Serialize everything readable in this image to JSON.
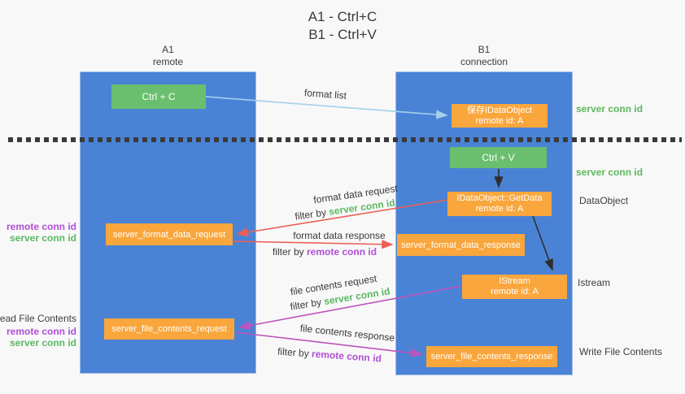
{
  "title": {
    "line1": "A1 - Ctrl+C",
    "line2": "B1 - Ctrl+V"
  },
  "columns": {
    "a1": {
      "name": "A1",
      "subtitle": "remote"
    },
    "b1": {
      "name": "B1",
      "subtitle": "connection"
    }
  },
  "nodes": {
    "ctrl_c": "Ctrl + C",
    "ctrl_v": "Ctrl + V",
    "save_dataobject": {
      "line1": "保存IDataObject",
      "line2": "remote id: A"
    },
    "getdata": {
      "line1": "IDataObject::GetData",
      "line2": "remote id: A"
    },
    "istream": {
      "line1": "IStream",
      "line2": "remote id: A"
    },
    "format_request": "server_format_data_request",
    "format_response": "server_format_data_response",
    "file_request": "server_file_contents_request",
    "file_response": "server_file_contents_response"
  },
  "arrow_labels": {
    "format_list": "format list",
    "format_data_request": "format data request",
    "format_data_response": "format data response",
    "file_contents_request": "file contents request",
    "file_contents_response": "file contents response",
    "filter_by": "filter by"
  },
  "side_labels": {
    "server_conn_id": "server conn id",
    "remote_conn_id": "remote conn id",
    "dataobject": "DataObject",
    "istream": "Istream",
    "read_file_contents": "Read File Contents",
    "write_file_contents": "Write File Contents"
  },
  "colors": {
    "panel_blue": "#4a83d5",
    "node_green": "#6abf6e",
    "node_orange": "#f9a63c",
    "arrow_lightblue": "#a6cfec",
    "arrow_red": "#ec6056",
    "arrow_magenta": "#c053bd",
    "arrow_black": "#2e2e2e",
    "conn_id_green": "#5cb860",
    "conn_id_purple": "#b04fd6",
    "text_dark": "#3d3d3d",
    "background": "#f8f8f8"
  }
}
